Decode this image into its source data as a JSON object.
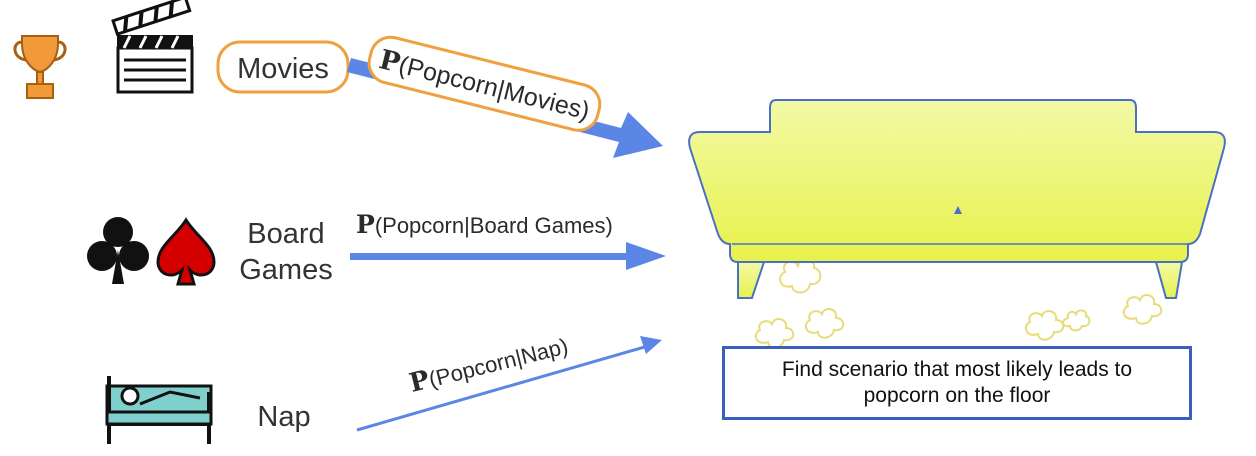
{
  "scenarios": {
    "movies": {
      "label": "Movies",
      "prob": "(Popcorn|Movies)",
      "highlighted": true
    },
    "board_games": {
      "label_line1": "Board",
      "label_line2": "Games",
      "prob": "(Popcorn|Board Games)"
    },
    "nap": {
      "label": "Nap",
      "prob": "(Popcorn|Nap)"
    }
  },
  "prob_symbol": "P",
  "result": {
    "line1": "Find scenario that most likely leads to",
    "line2": "popcorn on the floor"
  },
  "icons": [
    "trophy-icon",
    "clapperboard-icon",
    "club-icon",
    "spade-icon",
    "bed-icon",
    "sofa-icon",
    "popcorn-icon"
  ],
  "colors": {
    "arrow": "#5b86e6",
    "highlight_border": "#f0a040",
    "trophy": "#f29a3a",
    "sofa": "#eef56a",
    "bed": "#7fd0cc",
    "spade": "#d40000",
    "box_border": "#3b5fbf"
  }
}
